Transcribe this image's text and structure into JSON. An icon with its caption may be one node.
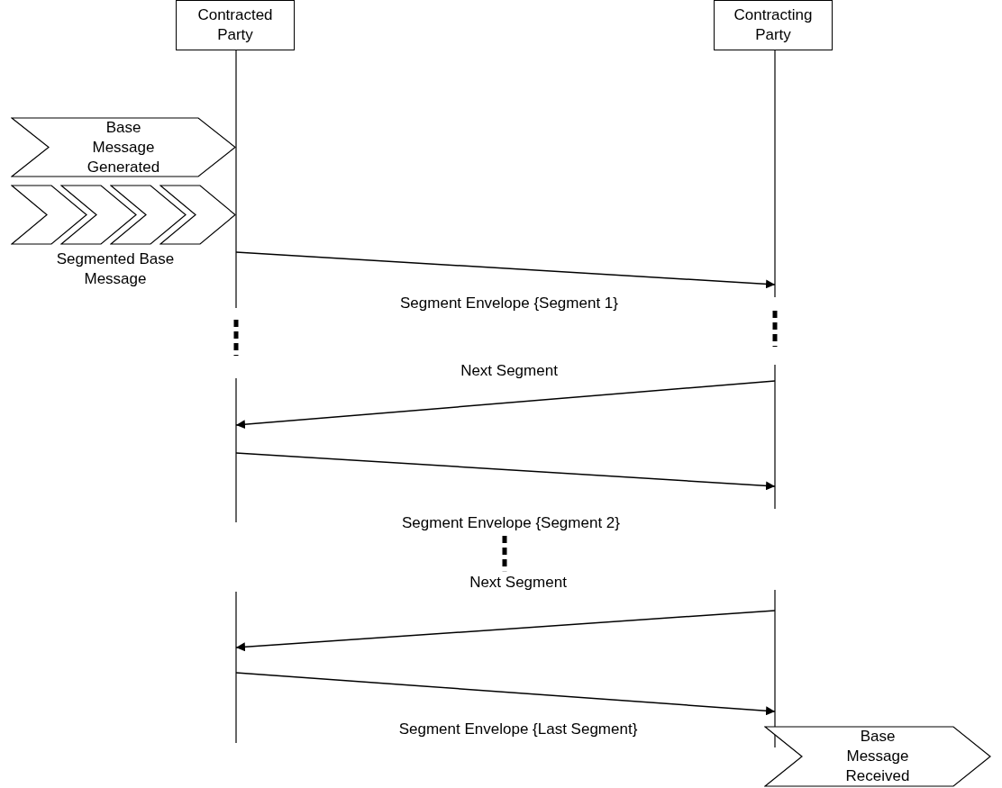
{
  "diagram": {
    "nodes": [
      {
        "text": [
          "Contracted Party"
        ]
      },
      {
        "text": [
          "Contracting Party"
        ]
      },
      {
        "text": [
          "Base Message Generated"
        ]
      },
      {
        "text": [],
        "shape": "chevron"
      },
      {
        "text": [],
        "shape": "chevron"
      },
      {
        "text": [],
        "shape": "chevron"
      },
      {
        "text": [],
        "shape": "chevron"
      },
      {
        "text": [
          "Base Message Received"
        ]
      }
    ],
    "edges": [
      {
        "from": 0,
        "to": 1,
        "arrow": "to",
        "label": "Segment Envelope {Segment 1}"
      },
      {
        "from": 1,
        "to": 0,
        "arrow": "to",
        "label": "Next Segment"
      },
      {
        "from": 0,
        "to": 1,
        "arrow": "to",
        "label": "Segment Envelope {Segment 2}"
      },
      {
        "from": 1,
        "to": 0,
        "arrow": "to",
        "label": "Next Segment"
      },
      {
        "from": 0,
        "to": 1,
        "arrow": "to",
        "label": "Segment Envelope {Last Segment}"
      }
    ],
    "labels": [
      "Segmented Base Message"
    ]
  }
}
